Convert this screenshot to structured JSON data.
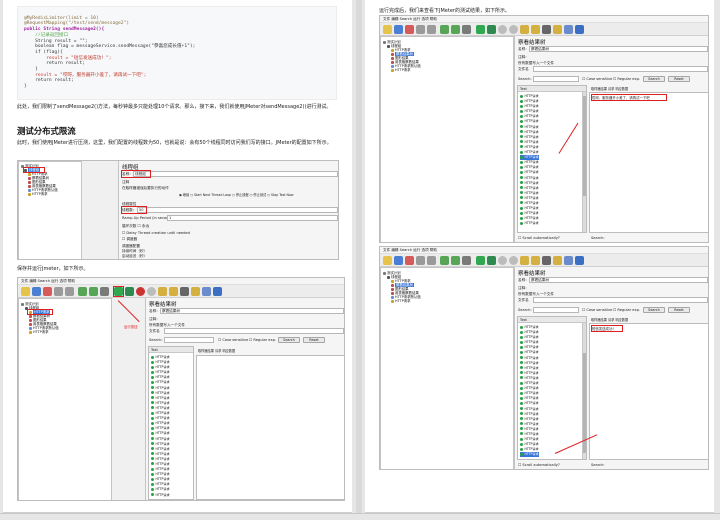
{
  "code_lines": [
    "@MyRedisLimiter(limit = 10)",
    "@RequestMapping(\"/test/send/message2\")",
    "public String sendMessage2(){",
    "    //记录返回接口",
    "    String result = \"\";",
    "    boolean flag = messageService.sendMessage(\"恭喜您成长值+1\");",
    "    if (flag){",
    "        result = \"短信发送成功！\";",
    "        return result;",
    "    }",
    "    result = \"哎呀，服务器开小差了，请再试一下吧\";",
    "    return result;",
    "}"
  ],
  "left": {
    "para1": "此处，我们限制了sendMessage2()方法，每秒钟最多只能处理10个请求。那么，接下来，我们就使用JMeter对sendMessage2()进行测试。",
    "heading": "测试分布式限流",
    "para2": "此时，我们使用JMeter进行压测，这里，我们配置的线程数为50，也就是说：会有50个线程同时访问我们写的接口。JMeter的配置如下所示。",
    "para3": "保存并运行Jmeter，如下所示。",
    "shot1": {
      "tree": [
        "测试计划",
        "线程组",
        "HTTP请求",
        "察看结果树",
        "图形结果",
        "用表格察看结果",
        "HTTP请求默认值",
        "HTTP请求"
      ],
      "panel_title": "线程组",
      "name_label": "名称：",
      "name_value": "线程组",
      "comment_label": "注释",
      "error_label": "在取样器错误后要执行的动作",
      "error_options": [
        "继续",
        "Start Next Thread Loop",
        "停止线程",
        "停止测试",
        "Stop Test Now"
      ],
      "props_label": "线程属性",
      "threads_label": "线程数：",
      "threads_value": "50",
      "ramp_label": "Ramp-Up Period (in seconds):",
      "ramp_value": "1",
      "loop_label": "循环次数",
      "loop_value": "永远",
      "delay_label": "Delay Thread creation until needed",
      "sched_label": "调度器",
      "sched_cfg": "调度器配置",
      "dur_label": "持续时间（秒）",
      "startup_label": "启动延迟（秒）"
    },
    "shot2": {
      "menu": "文件  编辑  Search  运行  选项  帮助",
      "tree": [
        "测试计划",
        "线程组",
        "HTTP请求",
        "察看结果树",
        "图形结果",
        "用表格察看结果",
        "HTTP请求默认值",
        "HTTP请求"
      ],
      "annotation": "运行按钮",
      "panel_title": "察看结果树",
      "name_label": "名称：",
      "name_value": "察看结果树",
      "comment_label": "注释：",
      "file_label": "所有数据写入一个文件",
      "filename_label": "文件名",
      "search_label": "Search:",
      "case_label": "Case sensitive",
      "regex_label": "Regular exp.",
      "search_btn": "Search",
      "reset_btn": "Reset",
      "text_col": "Text",
      "tabs": "取样器结果  请求  响应数据",
      "item": "HTTP请求"
    }
  },
  "right": {
    "intro": "运行完成后，我们来查看下JMeter的测试结果，如下所示。",
    "shot3": {
      "menu": "文件  编辑  Search  运行  选项  帮助",
      "tree": [
        "测试计划",
        "线程组",
        "HTTP请求",
        "察看结果树",
        "图形结果",
        "用表格察看结果",
        "HTTP请求默认值",
        "HTTP请求"
      ],
      "panel_title": "察看结果树",
      "name_label": "名称：",
      "name_value": "察看结果树",
      "comment_label": "注释：",
      "file_label": "所有数据写入一个文件",
      "filename_label": "文件名",
      "search_label": "Search:",
      "case_label": "Case sensitive",
      "regex_label": "Regular exp.",
      "search_btn": "Search",
      "reset_btn": "Reset",
      "text_col": "Text",
      "tabs": "取样器结果  请求  响应数据",
      "response": "哎呀，服务器开小差了，请再试一下吧",
      "item": "HTTP请求",
      "scroll_label": "Scroll automatically?"
    },
    "shot4": {
      "menu": "文件  编辑  Search  运行  选项  帮助",
      "tree": [
        "测试计划",
        "线程组",
        "HTTP请求",
        "察看结果树",
        "图形结果",
        "用表格察看结果",
        "HTTP请求默认值",
        "HTTP请求"
      ],
      "panel_title": "察看结果树",
      "name_label": "名称：",
      "name_value": "察看结果树",
      "comment_label": "注释：",
      "file_label": "所有数据写入一个文件",
      "filename_label": "文件名",
      "search_label": "Search:",
      "case_label": "Case sensitive",
      "regex_label": "Regular exp.",
      "search_btn": "Search",
      "reset_btn": "Reset",
      "text_col": "Text",
      "tabs": "取样器结果  请求  响应数据",
      "response": "短信发送成功！",
      "item": "HTTP请求",
      "scroll_label": "Scroll automatically?"
    }
  }
}
